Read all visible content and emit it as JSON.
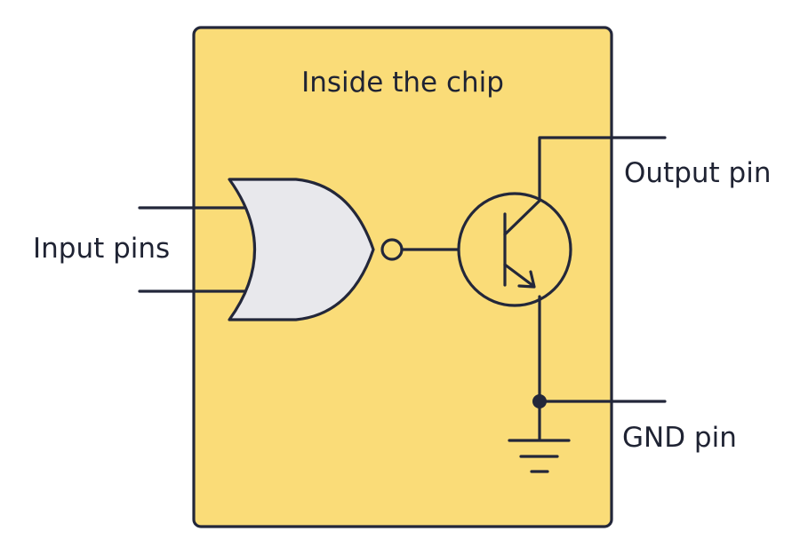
{
  "labels": {
    "chip_title": "Inside the chip",
    "input_pins": "Input pins",
    "output_pin": "Output pin",
    "gnd_pin": "GND pin"
  },
  "colors": {
    "chip_fill": "#fadc78",
    "gate_fill": "#e8e8ec",
    "stroke": "#23273a",
    "text": "#1f2333"
  },
  "components": {
    "gate": "NOR gate",
    "transistor": "NPN transistor",
    "ground": "ground symbol"
  }
}
